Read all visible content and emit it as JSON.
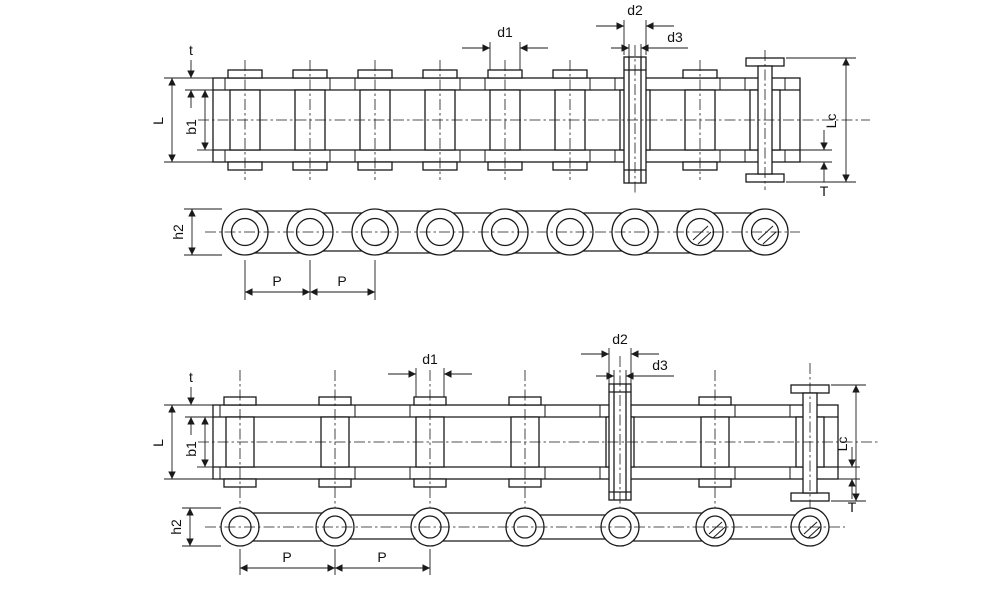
{
  "colors": {
    "background": "#ffffff",
    "line": "#1a1a1a"
  },
  "standard_chain": {
    "plan": {
      "d1": "d1",
      "d2": "d2",
      "d3": "d3",
      "t": "t",
      "b1": "b1",
      "L": "L",
      "Lc": "Lc",
      "T": "T"
    },
    "profile": {
      "h2": "h2",
      "p1": "P",
      "p2": "P"
    }
  },
  "double_pitch": {
    "plan": {
      "d1": "d1",
      "d2": "d2",
      "d3": "d3",
      "t": "t",
      "b1": "b1",
      "L": "L",
      "Lc": "Lc",
      "T": "T"
    },
    "profile": {
      "h2": "h2",
      "p1": "P",
      "p2": "P"
    }
  }
}
